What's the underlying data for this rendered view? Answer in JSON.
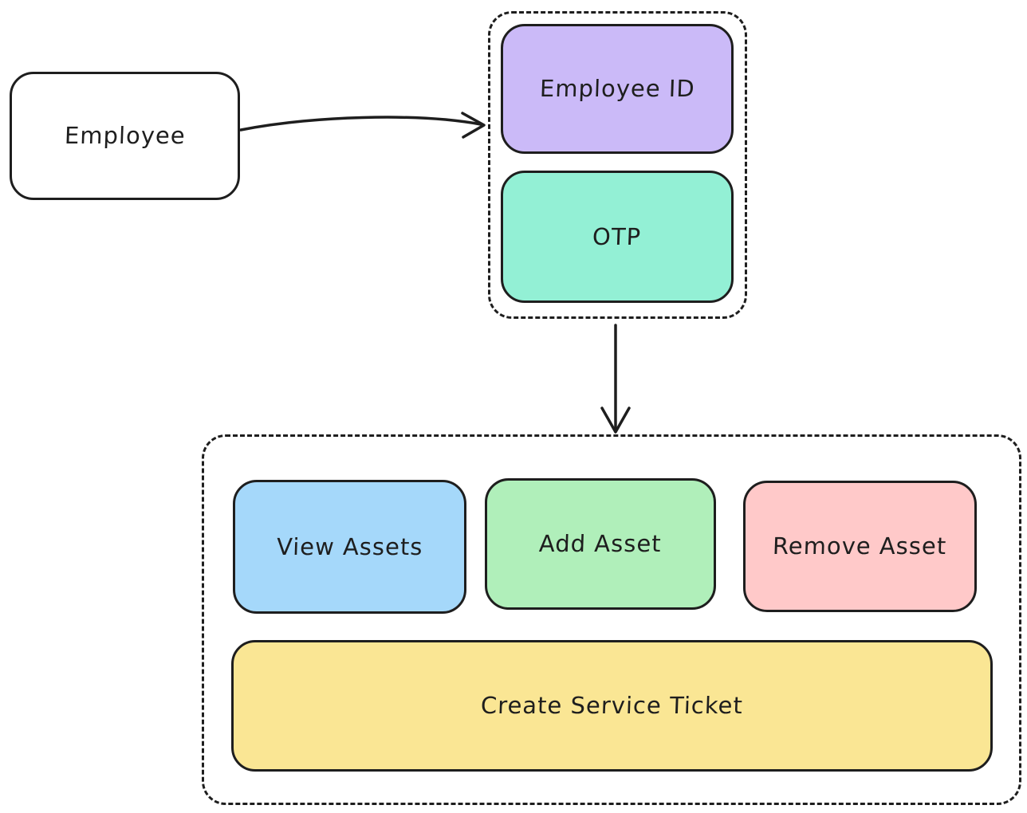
{
  "diagram": {
    "type": "flowchart",
    "colors": {
      "stroke": "#1e1e1e",
      "canvas_background": "#ffffff"
    },
    "nodes": {
      "employee": {
        "label": "Employee",
        "fill": "#ffffff"
      },
      "employee_id": {
        "label": "Employee ID",
        "fill": "#cbbaf8"
      },
      "otp": {
        "label": "OTP",
        "fill": "#93f0d5"
      },
      "view_assets": {
        "label": "View Assets",
        "fill": "#a5d8fa"
      },
      "add_asset": {
        "label": "Add Asset",
        "fill": "#b0efba"
      },
      "remove_asset": {
        "label": "Remove Asset",
        "fill": "#ffc9c9"
      },
      "create_service_ticket": {
        "label": "Create Service Ticket",
        "fill": "#fae694"
      }
    },
    "groups": {
      "auth": {
        "style": "dashed",
        "contains": [
          "employee_id",
          "otp"
        ]
      },
      "actions": {
        "style": "dashed",
        "contains": [
          "view_assets",
          "add_asset",
          "remove_asset",
          "create_service_ticket"
        ]
      }
    },
    "edges": [
      {
        "id": "employee-to-auth",
        "from": "employee",
        "to": "auth_group",
        "arrow": "end"
      },
      {
        "id": "auth-to-actions",
        "from": "auth_group",
        "to": "actions_group",
        "arrow": "end"
      }
    ]
  }
}
